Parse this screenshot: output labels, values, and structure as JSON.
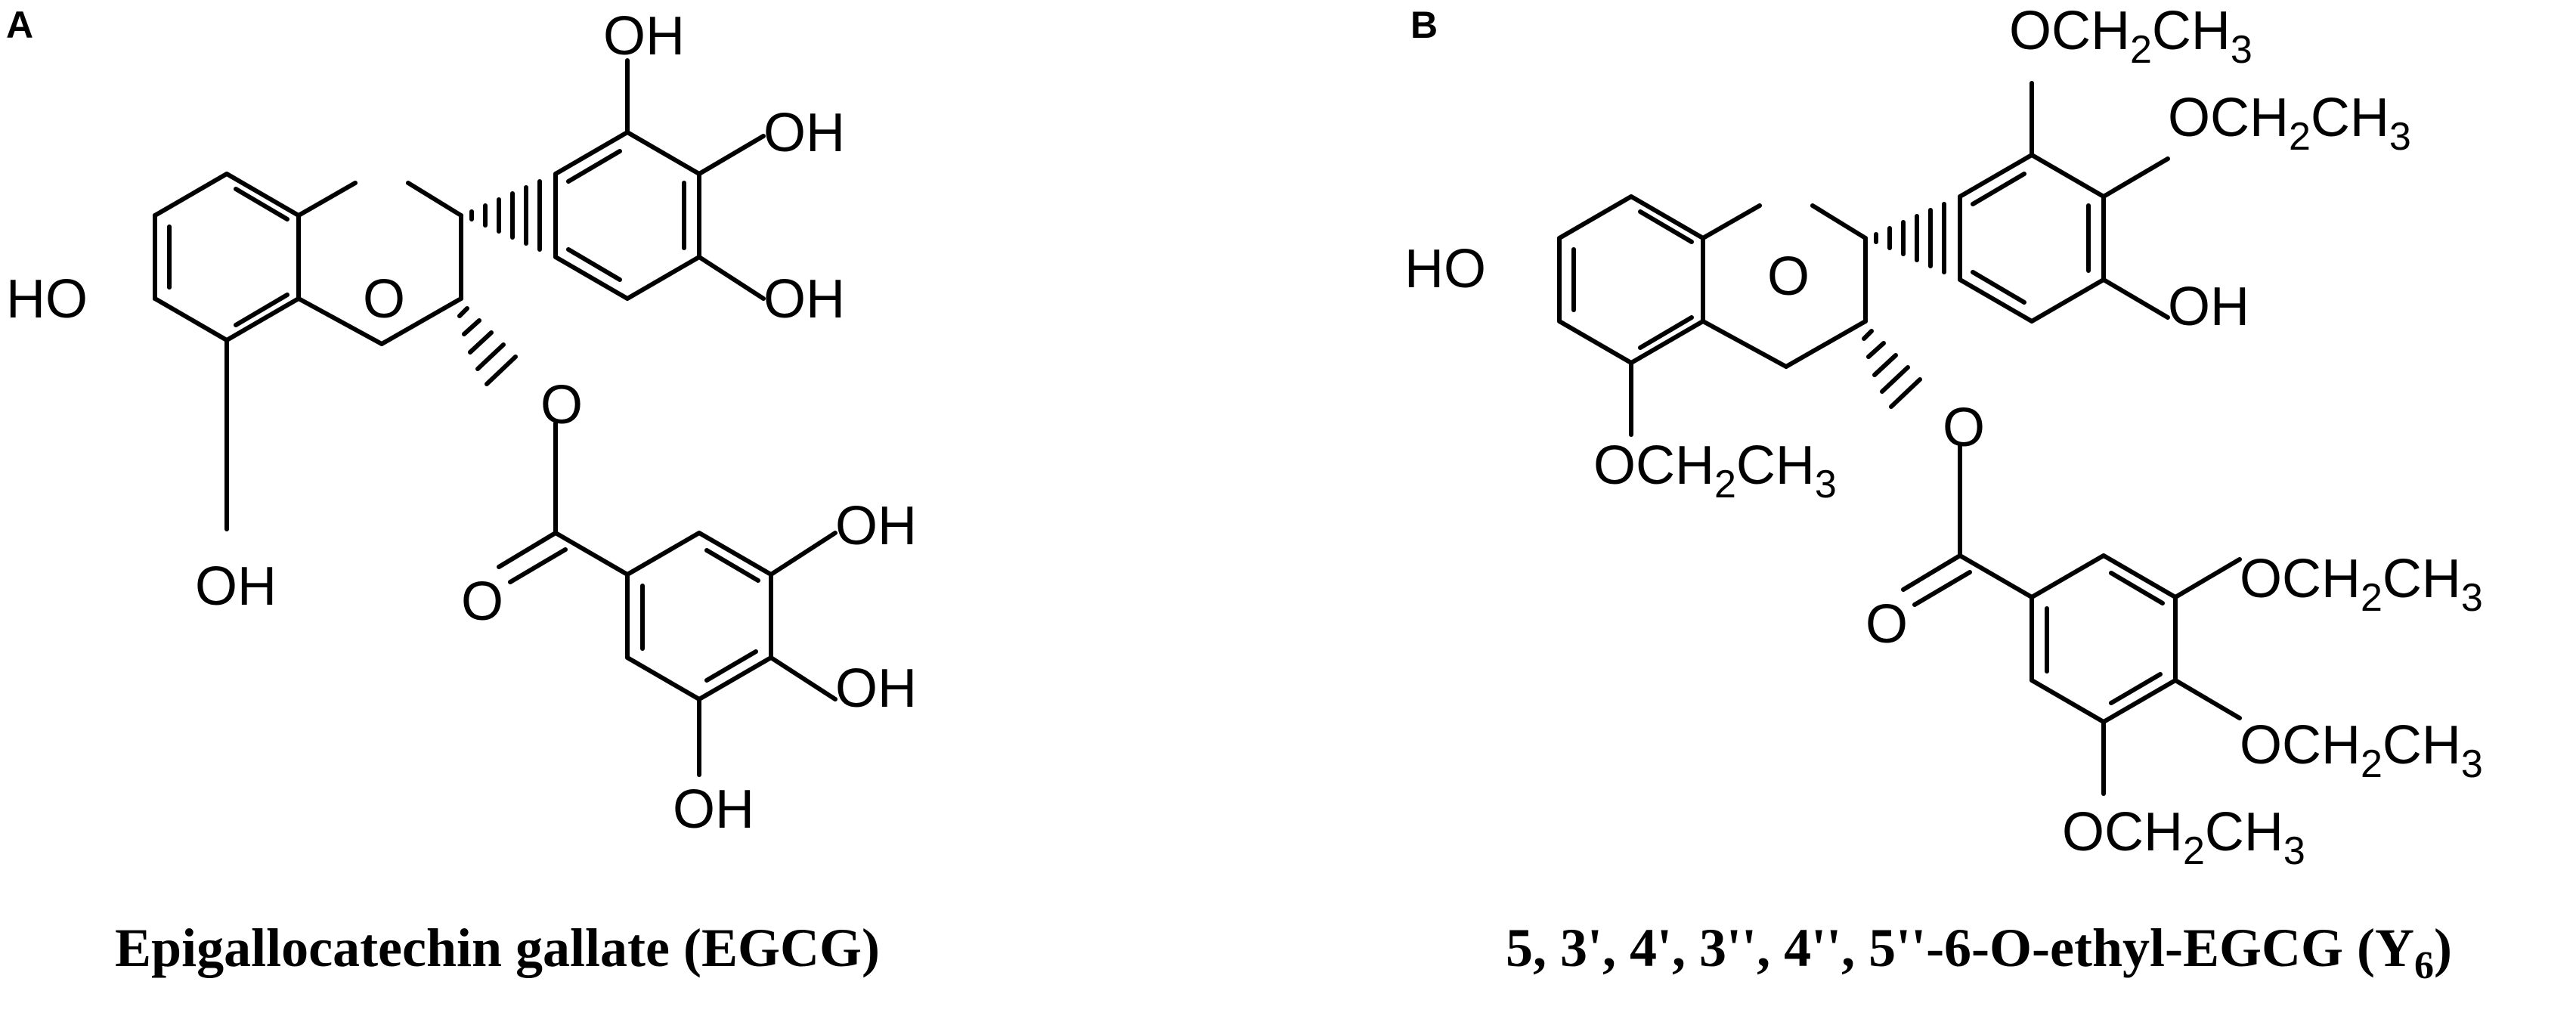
{
  "panels": [
    {
      "id": "A",
      "label": "A",
      "caption": "Epigallocatechin gallate (EGCG)",
      "substituents": {
        "ring_a_7": "HO",
        "ring_a_5": "OH",
        "ring_b_3p": "OH",
        "ring_b_4p": "OH",
        "ring_b_5p": "OH",
        "ring_c_o": "O",
        "ester_o": "O",
        "carbonyl_o": "O",
        "gallate_3pp": "OH",
        "gallate_4pp": "OH",
        "gallate_5pp": "OH"
      }
    },
    {
      "id": "B",
      "label": "B",
      "caption_main": "5, 3', 4', 3'', 4'', 5''-6-O-ethyl-EGCG (Y",
      "caption_sub": "6",
      "caption_end": ")",
      "substituents": {
        "ring_a_7": "HO",
        "ring_a_5": {
          "pre": "OCH",
          "sub": "2",
          "post": "CH",
          "sub2": "3"
        },
        "ring_b_3p": {
          "pre": "OCH",
          "sub": "2",
          "post": "CH",
          "sub2": "3"
        },
        "ring_b_4p": {
          "pre": "OCH",
          "sub": "2",
          "post": "CH",
          "sub2": "3"
        },
        "ring_b_5p": "OH",
        "ring_c_o": "O",
        "ester_o": "O",
        "carbonyl_o": "O",
        "gallate_3pp": {
          "pre": "OCH",
          "sub": "2",
          "post": "CH",
          "sub2": "3"
        },
        "gallate_4pp": {
          "pre": "OCH",
          "sub": "2",
          "post": "CH",
          "sub2": "3"
        },
        "gallate_5pp": {
          "pre": "OCH",
          "sub": "2",
          "post": "CH",
          "sub2": "3"
        }
      }
    }
  ]
}
